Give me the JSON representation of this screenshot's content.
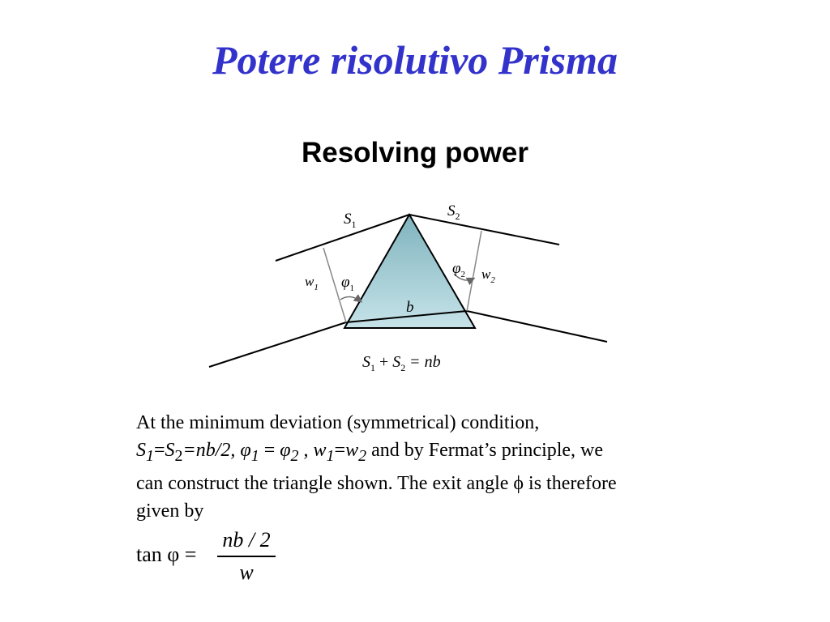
{
  "slide": {
    "title": "Potere risolutivo Prisma",
    "subtitle": "Resolving power"
  },
  "diagram": {
    "labels": {
      "s1": "S",
      "s1_sub": "1",
      "s2": "S",
      "s2_sub": "2",
      "w1": "w",
      "w1_sub": "1",
      "w2": "w",
      "w2_sub": "2",
      "phi1": "φ",
      "phi1_sub": "1",
      "phi2": "φ",
      "phi2_sub": "2",
      "b": "b"
    },
    "equation": {
      "s1": "S",
      "s1_sub": "1",
      "plus": "+",
      "s2": "S",
      "s2_sub": "2",
      "eq": "=",
      "rhs": "nb"
    },
    "colors": {
      "prism_top": "#7fb3bd",
      "prism_bottom": "#c6e3e9",
      "stroke": "#000000",
      "construction": "#888888"
    }
  },
  "body": {
    "line1": "At the minimum deviation (symmetrical) condition,",
    "line2": {
      "s1": "S",
      "s1_sub": "1",
      "eq1": "=",
      "s2": "S",
      "s2_sub": "2",
      "eq2": "=nb/2,",
      "phi1": "φ",
      "phi1_sub": "1",
      "eq3": " = ",
      "phi2": "φ",
      "phi2_sub": "2",
      "comma": " , ",
      "w1": "w",
      "w1_sub": "1",
      "eq4": "=",
      "w2": "w",
      "w2_sub": "2",
      "rest": " and by Fermat’s principle, we"
    },
    "line3": "can construct the triangle shown.  The exit angle ϕ is therefore",
    "line4": "given by"
  },
  "formula": {
    "lhs": "tan φ =",
    "numerator": "nb / 2",
    "denominator": "w"
  }
}
